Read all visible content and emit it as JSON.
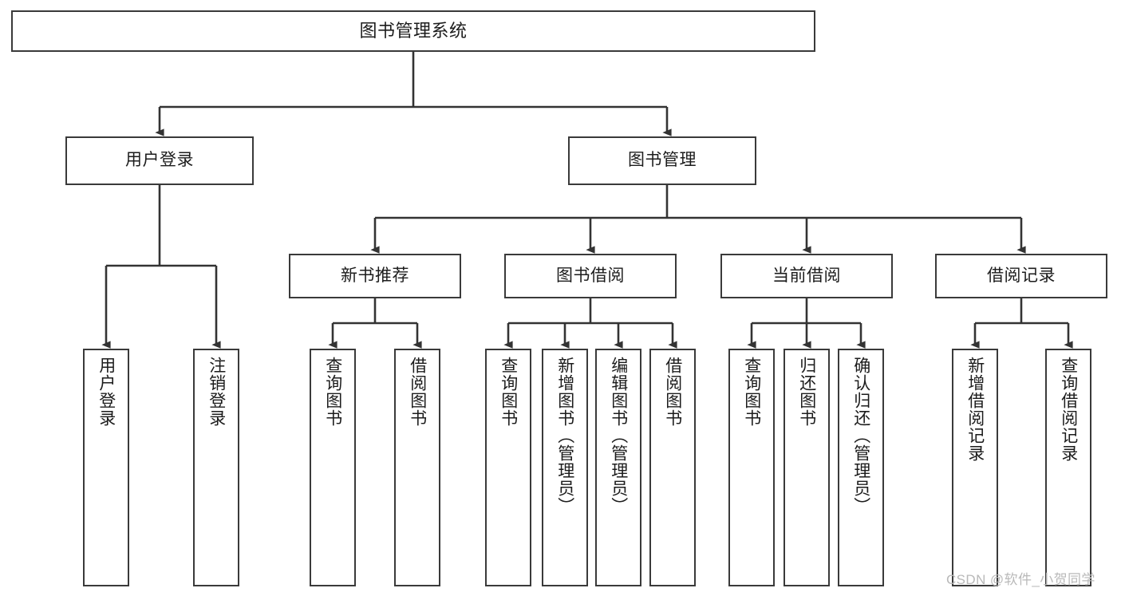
{
  "diagram": {
    "title": "图书管理系统",
    "type": "tree-hierarchy",
    "watermark": "CSDN @软件_小贺同学",
    "colors": {
      "box_border": "#3a3a3a",
      "box_fill": "#ffffff",
      "edge": "#333333",
      "text": "#1c1c1c",
      "watermark": "#b9b9b9"
    },
    "nodes": {
      "root": {
        "label": "图书管理系统"
      },
      "level2": [
        {
          "id": "user-login",
          "label": "用户登录"
        },
        {
          "id": "book-manage",
          "label": "图书管理"
        }
      ],
      "level3": [
        {
          "id": "new-book-rec",
          "label": "新书推荐"
        },
        {
          "id": "book-borrow",
          "label": "图书借阅"
        },
        {
          "id": "current-borrow",
          "label": "当前借阅"
        },
        {
          "id": "borrow-record",
          "label": "借阅记录"
        }
      ],
      "leaves": {
        "user-login": [
          {
            "id": "leaf-user-login",
            "label": "用户登录"
          },
          {
            "id": "leaf-logout",
            "label": "注销登录"
          }
        ],
        "new-book-rec": [
          {
            "id": "leaf-query-book-1",
            "label": "查询图书"
          },
          {
            "id": "leaf-borrow-book-1",
            "label": "借阅图书"
          }
        ],
        "book-borrow": [
          {
            "id": "leaf-query-book-2",
            "label": "查询图书"
          },
          {
            "id": "leaf-add-book",
            "label": "新增图书（管理员）"
          },
          {
            "id": "leaf-edit-book",
            "label": "编辑图书（管理员）"
          },
          {
            "id": "leaf-borrow-book-2",
            "label": "借阅图书"
          }
        ],
        "current-borrow": [
          {
            "id": "leaf-query-book-3",
            "label": "查询图书"
          },
          {
            "id": "leaf-return-book",
            "label": "归还图书"
          },
          {
            "id": "leaf-confirm-return",
            "label": "确认归还（管理员）"
          }
        ],
        "borrow-record": [
          {
            "id": "leaf-add-record",
            "label": "新增借阅记录"
          },
          {
            "id": "leaf-query-record",
            "label": "查询借阅记录"
          }
        ]
      }
    }
  }
}
